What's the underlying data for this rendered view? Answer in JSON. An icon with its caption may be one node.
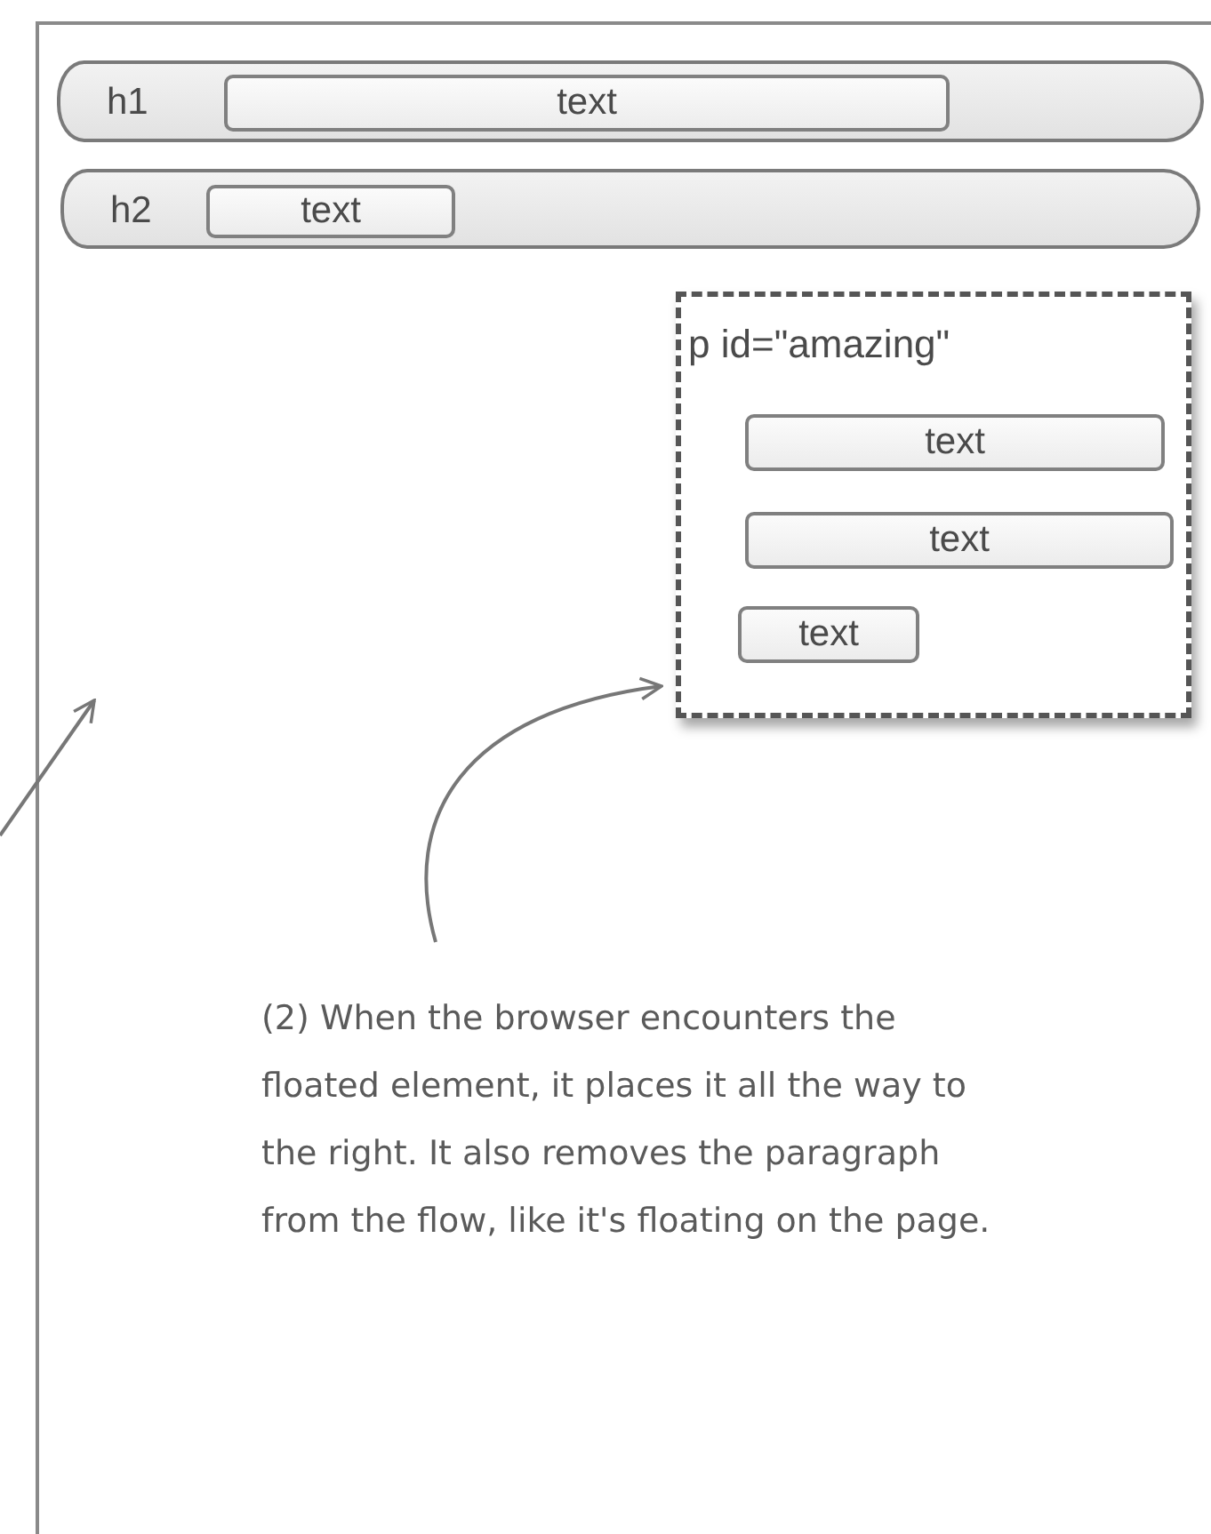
{
  "diagram": {
    "nodes": [
      {
        "text": [],
        "shape": "box"
      },
      {
        "text": [
          "h1"
        ],
        "in": 0
      },
      {
        "text": [
          "text"
        ],
        "in": 1
      },
      {
        "text": [
          "h2"
        ],
        "in": 0
      },
      {
        "text": [
          "text"
        ],
        "in": 3
      },
      {
        "text": [
          "p id=\"amazing\""
        ],
        "in": 0
      },
      {
        "text": [
          "text"
        ],
        "in": 5
      },
      {
        "text": [
          "text"
        ],
        "in": 5
      },
      {
        "text": [
          "text"
        ],
        "in": 5
      },
      {
        "text": [
          "(2) When the browser encounters the floated element, it places it all the way to the right. It also removes the paragraph from the flow, like it's floating on the page."
        ],
        "in": 0
      }
    ],
    "edges": [
      {
        "from": null,
        "to": 0,
        "arrow": "to"
      },
      {
        "from": 9,
        "to": 5,
        "arrow": "to"
      }
    ]
  }
}
